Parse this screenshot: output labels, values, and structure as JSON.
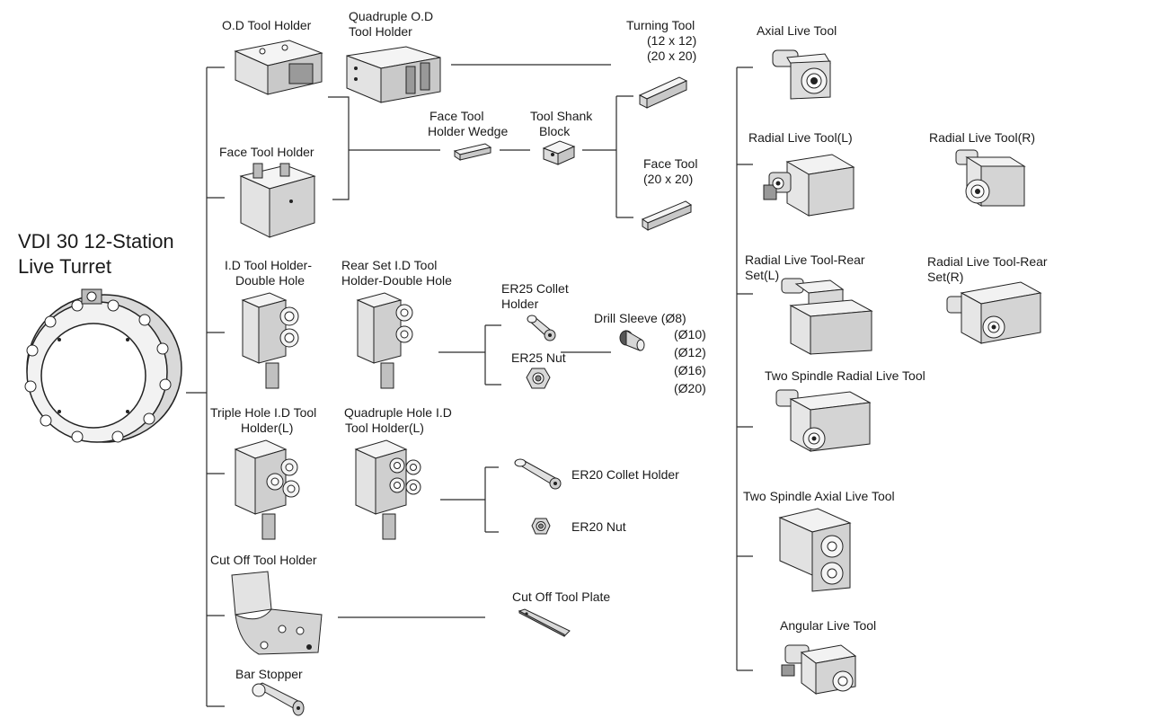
{
  "diagram": {
    "turret": {
      "title_line1": "VDI 30 12-Station",
      "title_line2": "Live Turret",
      "icon": "live-turret-drawing"
    },
    "static_tools": {
      "od_holder": "O.D Tool Holder",
      "quad_od_holder_line1": "Quadruple O.D",
      "quad_od_holder_line2": "Tool Holder",
      "face_holder": "Face Tool Holder",
      "id_double_line1": "I.D Tool Holder-",
      "id_double_line2": "Double Hole",
      "rear_id_double_line1": "Rear Set I.D Tool",
      "rear_id_double_line2": "Holder-Double Hole",
      "triple_id_line1": "Triple Hole  I.D Tool",
      "triple_id_line2": "Holder(L)",
      "quad_id_line1": "Quadruple Hole I.D",
      "quad_id_line2": "Tool Holder(L)",
      "cut_off_holder": "Cut Off Tool Holder",
      "bar_stopper": "Bar Stopper"
    },
    "accessories": {
      "turning_tool_line1": "Turning Tool",
      "turning_tool_line2": "(12 x 12)",
      "turning_tool_line3": "(20 x 20)",
      "face_wedge_line1": "Face Tool",
      "face_wedge_line2": "Holder Wedge",
      "shank_block_line1": "Tool Shank",
      "shank_block_line2": "Block",
      "face_tool_line1": "Face Tool",
      "face_tool_line2": "(20 x 20)",
      "er25_holder_line1": "ER25 Collet",
      "er25_holder_line2": "Holder",
      "er25_nut": "ER25 Nut",
      "drill_sleeve": "Drill Sleeve (Ø8)",
      "sleeve_sizes": [
        "(Ø10)",
        "(Ø12)",
        "(Ø16)",
        "(Ø20)"
      ],
      "er20_holder": "ER20 Collet Holder",
      "er20_nut": "ER20 Nut",
      "cut_off_plate": "Cut Off Tool Plate"
    },
    "live_tools": {
      "axial": "Axial Live Tool",
      "radial_l": "Radial Live Tool(L)",
      "radial_r": "Radial Live Tool(R)",
      "radial_rear_l_line1": "Radial Live Tool-Rear",
      "radial_rear_l_line2": "Set(L)",
      "radial_rear_r_line1": "Radial Live Tool-Rear",
      "radial_rear_r_line2": "Set(R)",
      "two_spindle_radial": "Two Spindle Radial Live Tool",
      "two_spindle_axial": "Two Spindle Axial Live Tool",
      "angular": "Angular Live Tool"
    },
    "colors": {
      "line": "#2a2a2a",
      "part_fill": "#e6e6e6",
      "part_dark": "#8a8a8a",
      "text": "#1a1a1a"
    }
  }
}
